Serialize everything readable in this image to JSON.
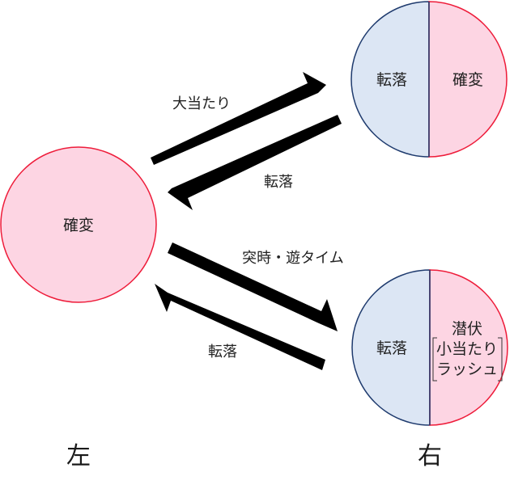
{
  "colors": {
    "pink_fill": "#FDD5E3",
    "blue_fill": "#DCE6F4",
    "red_stroke": "#EE1C3A",
    "navy_stroke": "#1F3B6E",
    "arrow": "#000000"
  },
  "left_node": {
    "label": "確変"
  },
  "top_right_node": {
    "left_label": "転落",
    "right_label": "確変"
  },
  "bottom_right_node": {
    "left_label": "転落",
    "right_lines": [
      "潜伏",
      "小当たり",
      "ラッシュ"
    ]
  },
  "arrows": {
    "upper_forward": "大当たり",
    "upper_back": "転落",
    "lower_forward": "突時・遊タイム",
    "lower_back": "転落"
  },
  "sides": {
    "left": "左",
    "right": "右"
  }
}
